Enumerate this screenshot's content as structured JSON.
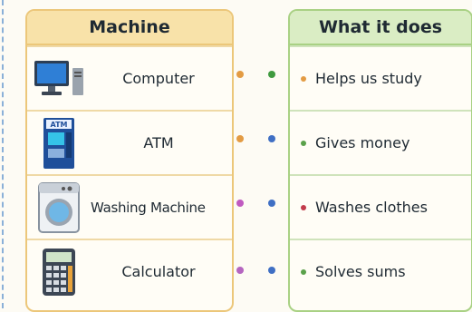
{
  "left_panel": {
    "header": "Machine"
  },
  "right_panel": {
    "header": "What it does"
  },
  "machines": [
    {
      "label": "Computer",
      "icon": "computer-icon"
    },
    {
      "label": "ATM",
      "icon": "atm-icon"
    },
    {
      "label": "Washing Machine",
      "icon": "washing-machine-icon"
    },
    {
      "label": "Calculator",
      "icon": "calculator-icon"
    }
  ],
  "uses": [
    {
      "label": "Helps us study",
      "bullet_color": "#e39b43"
    },
    {
      "label": "Gives money",
      "bullet_color": "#5aa14a"
    },
    {
      "label": "Washes clothes",
      "bullet_color": "#c23a4a"
    },
    {
      "label": "Solves sums",
      "bullet_color": "#5aa14a"
    }
  ],
  "dots_left": [
    "#e39b43",
    "#e39b43",
    "#c05ac0",
    "#b565c0"
  ],
  "dots_right": [
    "#3f9a3f",
    "#3f6fc4",
    "#3f6fc4",
    "#3f6fc4"
  ]
}
